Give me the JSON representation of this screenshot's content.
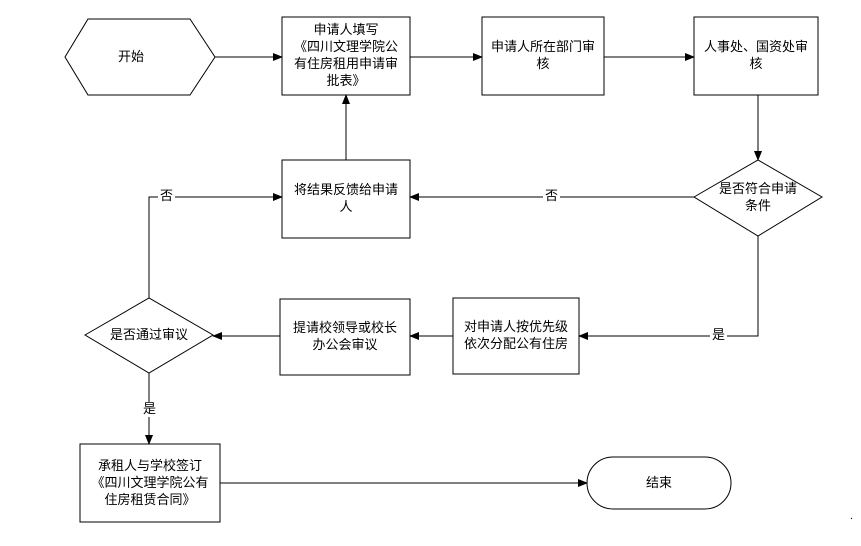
{
  "nodes": {
    "start": "开始",
    "fill_form": "申请人填写\n《四川文理学院公\n有住房租用申请审\n批表》",
    "dept_review": "申请人所在部门审\n核",
    "hr_review": "人事处、国资处审\n核",
    "meets_conditions": "是否符合申请\n条件",
    "feedback": "将结果反馈给申请\n人",
    "assign_housing": "对申请人按优先级\n依次分配公有住房",
    "submit_leaders": "提请校领导或校长\n办公会审议",
    "approved": "是否通过审议",
    "sign_contract": "承租人与学校签订\n《四川文理学院公有\n住房租赁合同》",
    "end": "结束"
  },
  "edge_labels": {
    "no_conditions": "否",
    "no_approved": "否",
    "yes_conditions": "是",
    "yes_approved": "是"
  },
  "stray_mark": "·"
}
